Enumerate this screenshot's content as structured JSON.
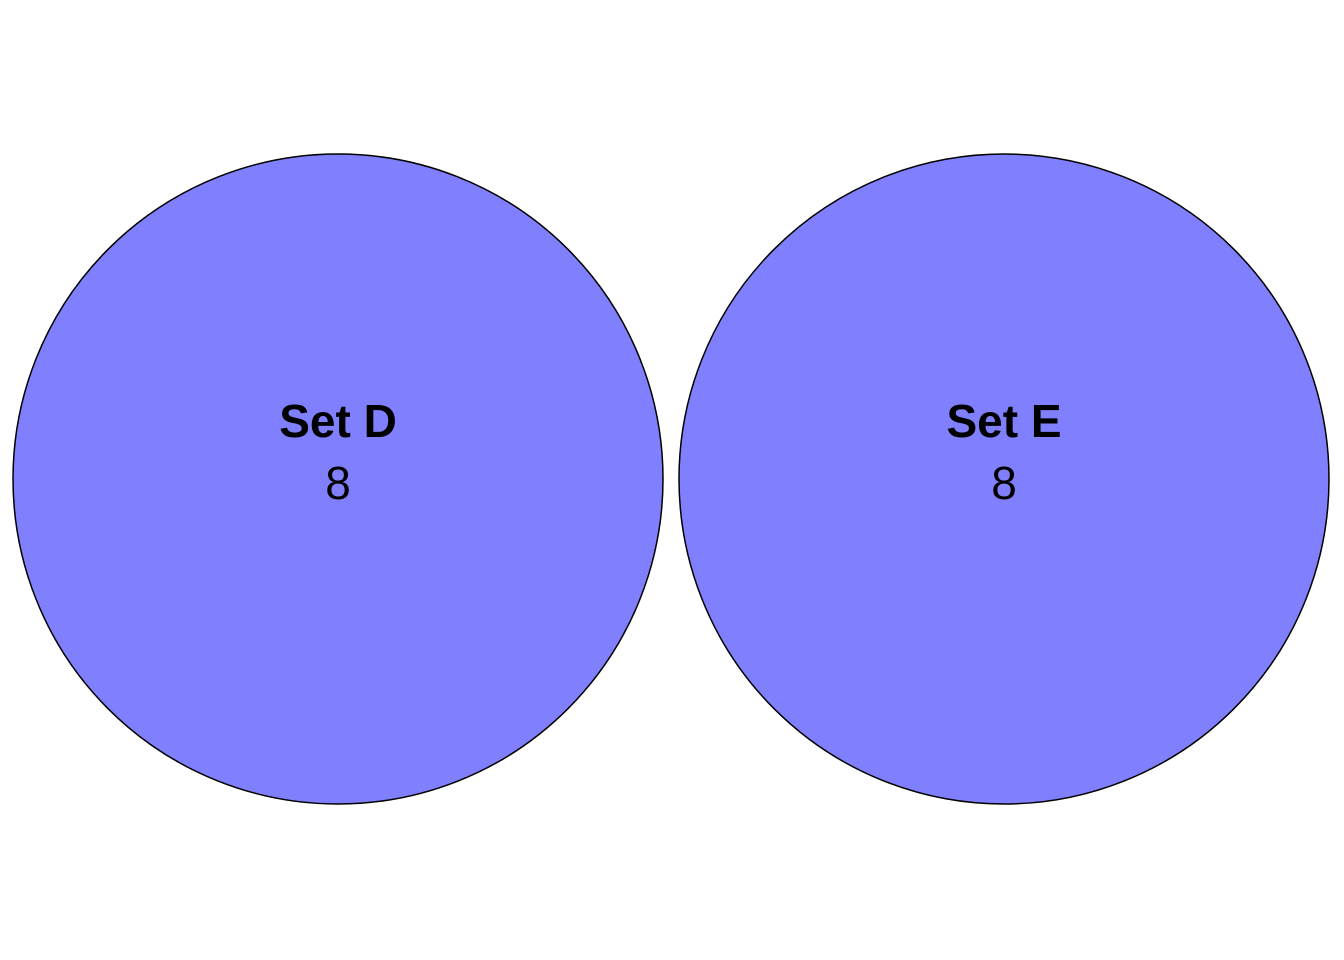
{
  "diagram": {
    "type": "venn",
    "fill_color": "#8080ff",
    "stroke_color": "#000000",
    "sets": [
      {
        "name": "Set D",
        "count": "8"
      },
      {
        "name": "Set E",
        "count": "8"
      }
    ]
  }
}
